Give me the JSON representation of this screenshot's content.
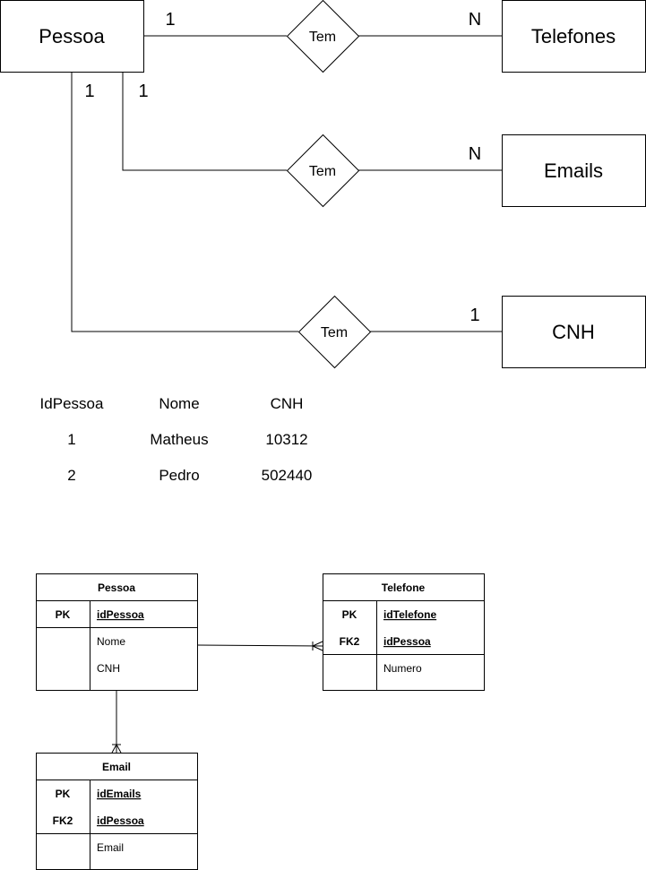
{
  "conceptual": {
    "entities": {
      "pessoa": "Pessoa",
      "telefones": "Telefones",
      "emails": "Emails",
      "cnh": "CNH"
    },
    "relationships": {
      "telefones": "Tem",
      "emails": "Tem",
      "cnh": "Tem"
    },
    "cardinalities": {
      "pessoa_telefones": "1",
      "telefones_side": "N",
      "pessoa_emails": "1",
      "emails_side": "N",
      "pessoa_cnh": "1",
      "cnh_side": "1"
    }
  },
  "sample_table": {
    "headers": [
      "IdPessoa",
      "Nome",
      "CNH"
    ],
    "rows": [
      [
        "1",
        "Matheus",
        "10312"
      ],
      [
        "2",
        "Pedro",
        "502440"
      ]
    ]
  },
  "logical": {
    "pessoa": {
      "title": "Pessoa",
      "pk_label": "PK",
      "pk_field": "idPessoa",
      "fields": [
        "Nome",
        "CNH"
      ]
    },
    "telefone": {
      "title": "Telefone",
      "pk_label": "PK",
      "pk_field": "idTelefone",
      "fk_label": "FK2",
      "fk_field": "idPessoa",
      "fields": [
        "Numero"
      ]
    },
    "email": {
      "title": "Email",
      "pk_label": "PK",
      "pk_field": "idEmails",
      "fk_label": "FK2",
      "fk_field": "idPessoa",
      "fields": [
        "Email"
      ]
    }
  }
}
